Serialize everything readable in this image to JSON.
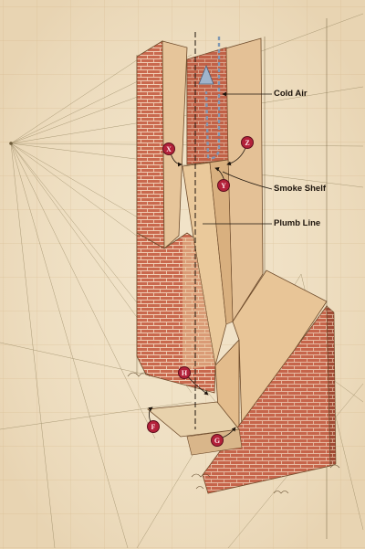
{
  "labels": {
    "cold_air": "Cold Air",
    "smoke_shelf": "Smoke Shelf",
    "plumb_line": "Plumb Line"
  },
  "markers": {
    "x": "X",
    "y": "Y",
    "z": "Z",
    "h": "H",
    "f": "F",
    "g": "G"
  },
  "colors": {
    "parchment": "#f1e3c8",
    "brick": "#c9694e",
    "brick_dark": "#a24b35",
    "mortar": "#f0cdb4",
    "plaster": "#e9c99b",
    "marker_red": "#b3213a",
    "airflow_blue": "#7f97b3"
  }
}
